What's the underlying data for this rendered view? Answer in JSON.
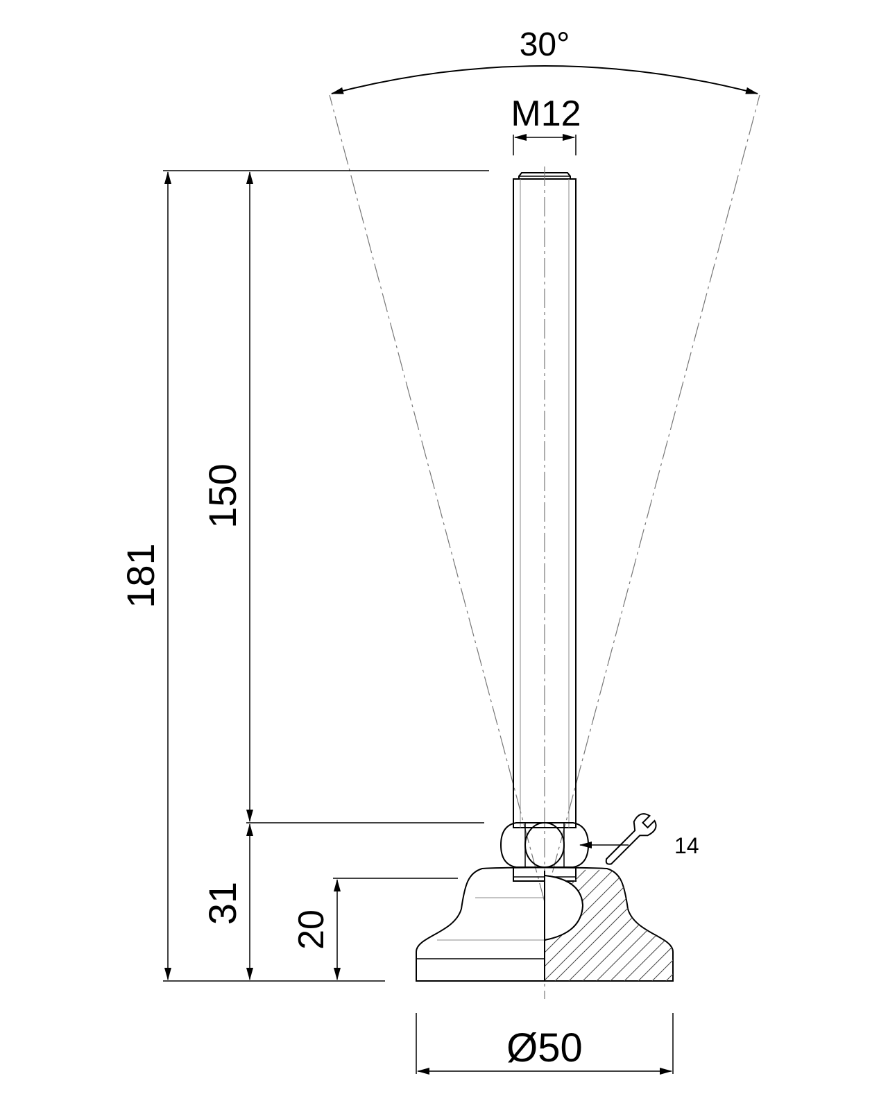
{
  "drawing": {
    "angle_label": "30°",
    "thread_label": "M12",
    "height_total_label": "181",
    "stem_length_label": "150",
    "lower_height_label": "31",
    "base_height_label": "20",
    "base_diameter_label": "Ø50",
    "wrench_size_label": "14",
    "icons": [
      "wrench-icon"
    ],
    "colors": {
      "line": "#000000",
      "centerline": "#777777",
      "background": "#ffffff"
    }
  }
}
